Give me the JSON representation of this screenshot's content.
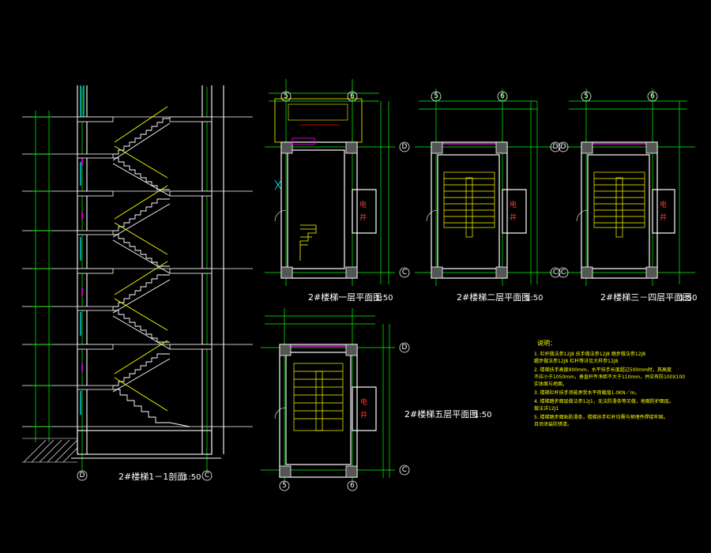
{
  "colors": {
    "background": "#000000",
    "wall": "#ffffff",
    "axis": "#00ff00",
    "stair": "#ffff00",
    "dimension": "#00ff00",
    "column": "#c0c0c0",
    "shaft_text": "#ff3333",
    "note_text": "#ffff00",
    "magenta": "#ff00ff",
    "cyan": "#00ffff"
  },
  "section": {
    "title": "2#楼梯1－1剖面",
    "scale": "1:50",
    "axis_left": "D",
    "axis_right": "C"
  },
  "plans": [
    {
      "key": "p1",
      "title": "2#楼梯一层平面图",
      "scale": "1:50",
      "axis_top": [
        "5",
        "6"
      ],
      "axis_right": [
        "D",
        "C"
      ],
      "shaft_text": [
        "电",
        "井"
      ]
    },
    {
      "key": "p2",
      "title": "2#楼梯二层平面图",
      "scale": "1:50",
      "axis_top": [
        "5",
        "6"
      ],
      "axis_right": [
        "D",
        "C"
      ],
      "shaft_text": [
        "电",
        "井"
      ]
    },
    {
      "key": "p3",
      "title": "2#楼梯三－四层平面图",
      "scale": "1:50",
      "axis_top": [
        "5",
        "6"
      ],
      "axis_right": [
        "D",
        "C"
      ],
      "shaft_text": [
        "电",
        "井"
      ]
    },
    {
      "key": "p5",
      "title": "2#楼梯五层平面图",
      "scale": "1:50",
      "axis_top": [
        "5",
        "6"
      ],
      "axis_right": [
        "D",
        "C"
      ],
      "shaft_text": [
        "电",
        "井"
      ]
    }
  ],
  "notes": {
    "title": "说明：",
    "lines": [
      "1. 栏杆做法参12J8 扶手做法参12J8 踏步做法参12J8",
      "   踢步做法参12J8 栏杆等详见大样参12J8",
      "2. 楼梯扶手高度900mm，水平扶手长度超过500mm时，其高度",
      "   不应小于1050mm，垂直杆件净距不大于110mm，并应有防100X100",
      "   实体面与地面。",
      "3. 楼梯栏杆扶手须能承受水平荷载值1.0KN／m。",
      "4. 楼梯踏步面层做法参12J1，无法防滑条等另做，地面防护面层。",
      "   做法详12J1",
      "5. 楼梯踏步面贴防滑条，楼梯扶手栏杆均需与预埋件焊接牢固。",
      "   且须涂装防锈漆。"
    ]
  }
}
